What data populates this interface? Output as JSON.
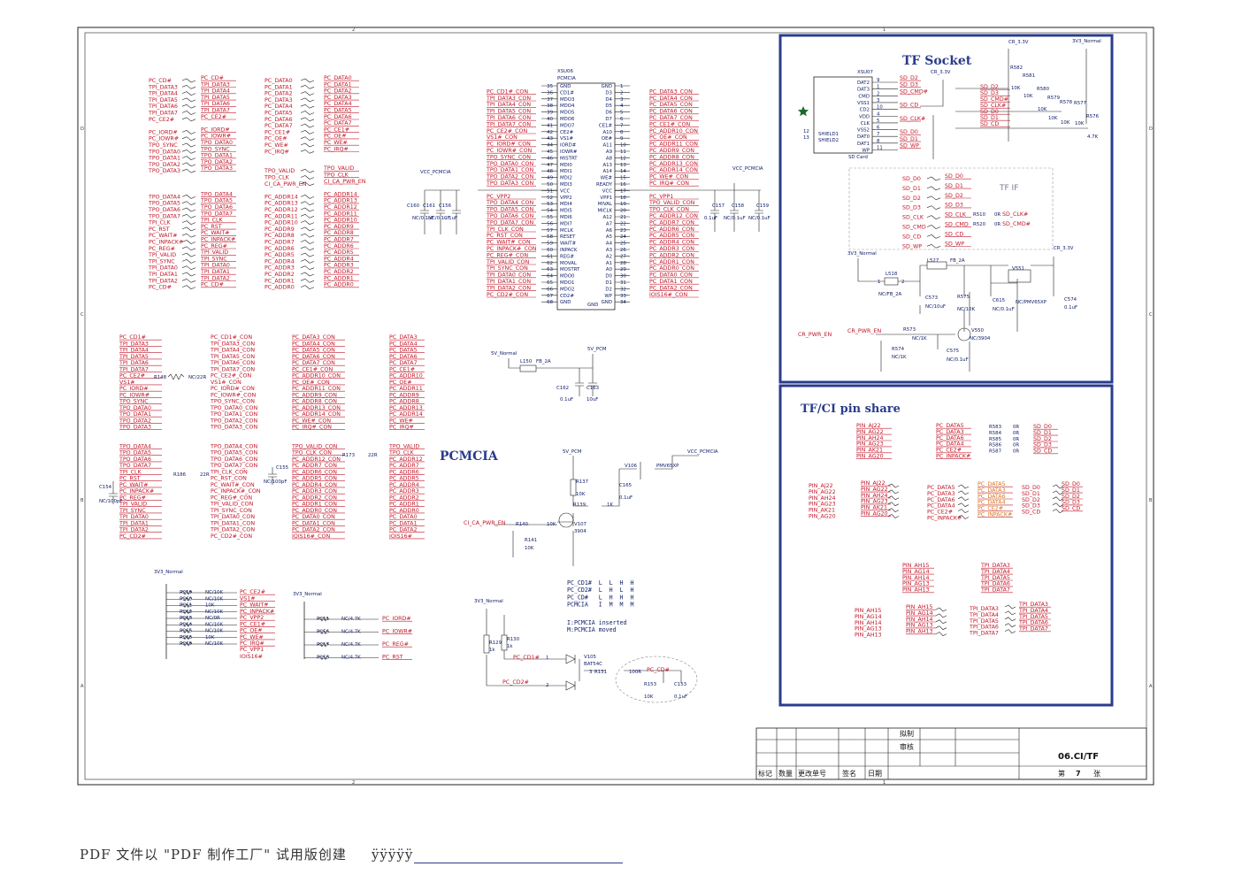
{
  "blocks": {
    "pcmcia": "PCMCIA",
    "tf_socket": "TF Socket",
    "tf_if": "TF IF",
    "tf_ci_share": "TF/CI pin share"
  },
  "footer": {
    "pdf_note": "PDF 文件以 \"PDF 制作工厂\" 试用版创建",
    "link": "ÿÿÿÿÿ"
  },
  "title_block": {
    "draft": "拟制",
    "review": "审核",
    "h1": "标记",
    "h2": "数量",
    "h3": "更改单号",
    "h4": "签名",
    "h5": "日期",
    "doc": "06.CI/TF",
    "sheet_prefix": "第",
    "sheet_no": "7",
    "sheet_suffix": "张"
  },
  "border": {
    "col1": "1",
    "col2": "2",
    "rowD": "D",
    "rowC": "C",
    "rowB": "B",
    "rowA": "A"
  },
  "pcmcia_chip": {
    "ref": "XSU06",
    "name": "PCMCIA",
    "left_pins": [
      "GND",
      "CD1#",
      "MDO3",
      "MDO4",
      "MDO5",
      "MDO6",
      "MDO7",
      "CE2#",
      "VS1#",
      "IORD#",
      "IOWR#",
      "MISTRT",
      "MDI0",
      "MDI1",
      "MDI2",
      "MDI3",
      "VCC",
      "VPP2",
      "MDI4",
      "MDI5",
      "MDI6",
      "MDI7",
      "MCLK",
      "RESET",
      "WAIT#",
      "INPACK",
      "REG#",
      "MOVAL",
      "MOSTRT",
      "MDO0",
      "MDO1",
      "MDO2",
      "CD2#",
      "GND"
    ],
    "left_nums": [
      "35",
      "36",
      "37",
      "38",
      "39",
      "40",
      "41",
      "42",
      "43",
      "44",
      "45",
      "46",
      "47",
      "48",
      "49",
      "50",
      "51",
      "52",
      "53",
      "54",
      "55",
      "56",
      "57",
      "58",
      "59",
      "60",
      "61",
      "62",
      "63",
      "64",
      "65",
      "66",
      "67",
      "68"
    ],
    "left_nets": [
      "",
      "PC_CD1#_CON",
      "TPI_DATA3_CON",
      "TPI_DATA4_CON",
      "TPI_DATA5_CON",
      "TPI_DATA6_CON",
      "TPI_DATA7_CON",
      "PC_CE2#_CON",
      "VS1#_CON",
      "PC_IORD#_CON",
      "PC_IOWR#_CON",
      "TPO_SYNC_CON",
      "TPO_DATA0_CON",
      "TPO_DATA1_CON",
      "TPO_DATA2_CON",
      "TPO_DATA3_CON",
      "",
      "PC_VPP2",
      "TPO_DATA4_CON",
      "TPO_DATA5_CON",
      "TPO_DATA6_CON",
      "TPO_DATA7_CON",
      "TPI_CLK_CON",
      "PC_RST_CON",
      "PC_WAIT#_CON",
      "PC_INPACK#_CON",
      "PC_REG#_CON",
      "TPI_VALID_CON",
      "TPI_SYNC_CON",
      "TPI_DATA0_CON",
      "TPI_DATA1_CON",
      "TPI_DATA2_CON",
      "PC_CD2#_CON",
      ""
    ],
    "right_pins": [
      "GND",
      "D3",
      "D4",
      "D5",
      "D6",
      "D7",
      "CE1#",
      "A10",
      "OE#",
      "A11",
      "A9",
      "A8",
      "A13",
      "A14",
      "WE#",
      "READY",
      "VCC",
      "VPP1",
      "MIVAL",
      "MICLK",
      "A12",
      "A7",
      "A6",
      "A5",
      "A4",
      "A3",
      "A2",
      "A1",
      "A0",
      "D0",
      "D1",
      "D2",
      "WP",
      "GND"
    ],
    "right_nums": [
      "1",
      "2",
      "3",
      "4",
      "5",
      "6",
      "7",
      "8",
      "9",
      "10",
      "11",
      "12",
      "13",
      "14",
      "15",
      "16",
      "17",
      "18",
      "19",
      "20",
      "21",
      "22",
      "23",
      "24",
      "25",
      "26",
      "27",
      "28",
      "29",
      "30",
      "31",
      "32",
      "33",
      "34"
    ],
    "right_nets": [
      "",
      "PC_DATA3_CON",
      "PC_DATA4_CON",
      "PC_DATA5_CON",
      "PC_DATA6_CON",
      "PC_DATA7_CON",
      "PC_CE1#_CON",
      "PC_ADDR10_CON",
      "PC_OE#_CON",
      "PC_ADDR11_CON",
      "PC_ADDR9_CON",
      "PC_ADDR8_CON",
      "PC_ADDR13_CON",
      "PC_ADDR14_CON",
      "PC_WE#_CON",
      "PC_IRQ#_CON",
      "",
      "PC_VPP1",
      "TPO_VALID_CON",
      "TPO_CLK_CON",
      "PC_ADDR12_CON",
      "PC_ADDR7_CON",
      "PC_ADDR6_CON",
      "PC_ADDR5_CON",
      "PC_ADDR4_CON",
      "PC_ADDR3_CON",
      "PC_ADDR2_CON",
      "PC_ADDR1_CON",
      "PC_ADDR0_CON",
      "PC_DATA0_CON",
      "PC_DATA1_CON",
      "PC_DATA2_CON",
      "IOIS16#_CON",
      ""
    ],
    "bottom": "GND"
  },
  "decoupling_top": {
    "rail": "VCC_PCMCIA",
    "caps_left": [
      {
        "ref": "C160",
        "val": "NC/0.1uF"
      },
      {
        "ref": "C161",
        "val": "NC/0.1uF"
      },
      {
        "ref": "C156",
        "val": "0.1uF"
      }
    ],
    "caps_right": [
      {
        "ref": "C157",
        "val": "0.1uF"
      },
      {
        "ref": "C158",
        "val": "NC/0.1uF"
      },
      {
        "ref": "C159",
        "val": "NC/0.1uF"
      }
    ]
  },
  "net_list_1": {
    "left_outer": [
      "PC_CD#",
      "TPI_DATA3",
      "TPI_DATA4",
      "TPI_DATA5",
      "TPI_DATA6",
      "TPI_DATA7",
      "PC_CE2#",
      "",
      "PC_IORD#",
      "PC_IOWR#",
      "TPO_SYNC",
      "TPO_DATA0",
      "TPO_DATA1",
      "TPO_DATA2",
      "TPO_DATA3",
      "",
      "",
      "",
      "TPO_DATA4",
      "TPO_DATA5",
      "TPO_DATA6",
      "TPO_DATA7",
      "TPI_CLK",
      "PC_RST",
      "PC_WAIT#",
      "PC_INPACK#",
      "PC_REG#",
      "TPI_VALID",
      "TPI_SYNC",
      "TPI_DATA0",
      "TPI_DATA1",
      "TPI_DATA2",
      "PC_CD#"
    ],
    "left_inner": [
      "PC_CD#",
      "TPI_DATA3",
      "TPI_DATA4",
      "TPI_DATA5",
      "TPI_DATA6",
      "TPI_DATA7",
      "PC_CE2#",
      "",
      "PC_IORD#",
      "PC_IOWR#",
      "TPO_DATA0",
      "TPO_SYNC",
      "TPO_DATA1",
      "TPO_DATA2",
      "TPO_DATA3",
      "",
      "",
      "",
      "TPO_DATA4",
      "TPO_DATA5",
      "TPO_DATA6",
      "TPO_DATA7",
      "TPI_CLK",
      "PC_RST",
      "PC_WAIT#",
      "PC_INPACK#",
      "PC_REG#",
      "TPI_VALID",
      "TPI_SYNC",
      "TPI_DATA0",
      "TPI_DATA1",
      "TPI_DATA2",
      "PC_CD#"
    ],
    "right_outer": [
      "PC_DATA0",
      "PC_DATA1",
      "PC_DATA2",
      "PC_DATA3",
      "PC_DATA4",
      "PC_DATA5",
      "PC_DATA6",
      "PC_DATA7",
      "PC_CE1#",
      "PC_OE#",
      "PC_WE#",
      "PC_IRQ#",
      "",
      "",
      "TPO_VALID",
      "TPO_CLK",
      "CI_CA_PWR_EN",
      "",
      "PC_ADDR14",
      "PC_ADDR13",
      "PC_ADDR12",
      "PC_ADDR11",
      "PC_ADDR10",
      "PC_ADDR9",
      "PC_ADDR8",
      "PC_ADDR7",
      "PC_ADDR6",
      "PC_ADDR5",
      "PC_ADDR4",
      "PC_ADDR3",
      "PC_ADDR2",
      "PC_ADDR1",
      "PC_ADDR0"
    ],
    "right_inner": [
      "PC_DATA0",
      "PC_DATA1",
      "PC_DATA2",
      "PC_DATA3",
      "PC_DATA4",
      "PC_DATA5",
      "PC_DATA6",
      "PC_DATA7",
      "PC_CE1#",
      "PC_OE#",
      "PC_WE#",
      "PC_IRQ#",
      "",
      "",
      "TPO_VALID",
      "TPO_CLK",
      "CI_CA_PWR_EN",
      "",
      "PC_ADDR14",
      "PC_ADDR13",
      "PC_ADDR12",
      "PC_ADDR11",
      "PC_ADDR10",
      "PC_ADDR9",
      "PC_ADDR8",
      "PC_ADDR7",
      "PC_ADDR6",
      "PC_ADDR5",
      "PC_ADDR4",
      "PC_ADDR3",
      "PC_ADDR2",
      "PC_ADDR1",
      "PC_ADDR0"
    ]
  },
  "net_map_2": {
    "c1": [
      "PC_CD1#",
      "TPI_DATA3",
      "TPI_DATA4",
      "TPI_DATA5",
      "TPI_DATA6",
      "TPI_DATA7",
      "PC_CE2#",
      "VS1#",
      "PC_IORD#",
      "PC_IOWR#",
      "TPO_SYNC",
      "TPO_DATA0",
      "TPO_DATA1",
      "TPO_DATA2",
      "TPO_DATA3",
      "",
      "",
      "TPO_DATA4",
      "TPO_DATA5",
      "TPO_DATA6",
      "TPO_DATA7",
      "TPI_CLK",
      "PC_RST",
      "PC_WAIT#",
      "PC_INPACK#",
      "PC_REG#",
      "TPI_VALID",
      "TPI_SYNC",
      "TPI_DATA0",
      "TPI_DATA1",
      "TPI_DATA2",
      "PC_CD2#"
    ],
    "c2": [
      "PC_CD1#_CON",
      "TPI_DATA3_CON",
      "TPI_DATA4_CON",
      "TPI_DATA5_CON",
      "TPI_DATA6_CON",
      "TPI_DATA7_CON",
      "PC_CE2#_CON",
      "VS1#_CON",
      "PC_IORD#_CON",
      "PC_IOWR#_CON",
      "TPO_SYNC_CON",
      "TPO_DATA0_CON",
      "TPO_DATA1_CON",
      "TPO_DATA2_CON",
      "TPO_DATA3_CON",
      "",
      "",
      "TPO_DATA4_CON",
      "TPO_DATA5_CON",
      "TPO_DATA6_CON",
      "TPO_DATA7_CON",
      "TPI_CLK_CON",
      "PC_RST_CON",
      "PC_WAIT#_CON",
      "PC_INPACK#_CON",
      "PC_REG#_CON",
      "TPI_VALID_CON",
      "TPI_SYNC_CON",
      "TPI_DATA0_CON",
      "TPI_DATA1_CON",
      "TPI_DATA2_CON",
      "PC_CD2#_CON"
    ],
    "c3": [
      "PC_DATA3_CON",
      "PC_DATA4_CON",
      "PC_DATA5_CON",
      "PC_DATA6_CON",
      "PC_DATA7_CON",
      "PC_CE1#_CON",
      "PC_ADDR10_CON",
      "PC_OE#_CON",
      "PC_ADDR11_CON",
      "PC_ADDR9_CON",
      "PC_ADDR8_CON",
      "PC_ADDR13_CON",
      "PC_ADDR14_CON",
      "PC_WE#_CON",
      "PC_IRQ#_CON",
      "",
      "",
      "TPO_VALID_CON",
      "TPO_CLK_CON",
      "PC_ADDR12_CON",
      "PC_ADDR7_CON",
      "PC_ADDR6_CON",
      "PC_ADDR5_CON",
      "PC_ADDR4_CON",
      "PC_ADDR3_CON",
      "PC_ADDR2_CON",
      "PC_ADDR1_CON",
      "PC_ADDR0_CON",
      "PC_DATA0_CON",
      "PC_DATA1_CON",
      "PC_DATA2_CON",
      "IOIS16#_CON"
    ],
    "c4": [
      "PC_DATA3",
      "PC_DATA4",
      "PC_DATA5",
      "PC_DATA6",
      "PC_DATA7",
      "PC_CE1#",
      "PC_ADDR10",
      "PC_OE#",
      "PC_ADDR11",
      "PC_ADDR9",
      "PC_ADDR8",
      "PC_ADDR13",
      "PC_ADDR14",
      "PC_WE#",
      "PC_IRQ#",
      "",
      "",
      "TPO_VALID",
      "TPO_CLK",
      "PC_ADDR12",
      "PC_ADDR7",
      "PC_ADDR6",
      "PC_ADDR5",
      "PC_ADDR4",
      "PC_ADDR3",
      "PC_ADDR2",
      "PC_ADDR1",
      "PC_ADDR0",
      "PC_DATA0",
      "PC_DATA1",
      "PC_DATA2",
      "IOIS16#"
    ],
    "r148": "R148",
    "r148v": "NC/22R",
    "r186": "R186",
    "r186v": "22R",
    "r173": "R173",
    "r173v": "22R",
    "c154": "C154",
    "c154v": "NC/100pF",
    "c155": "C155",
    "c155v": "NC/100pF"
  },
  "pullups_1": {
    "rail": "3V3_Normal",
    "refs": [
      "R259",
      "R260",
      "R261",
      "R262",
      "R263",
      "R264",
      "R265",
      "R266",
      "R269"
    ],
    "vals": [
      "NC/10K",
      "NC/10K",
      "10K",
      "NC/10K",
      "NC/0R",
      "NC/10K",
      "NC/10K",
      "10K",
      "NC/10K"
    ],
    "nets": [
      "PC_CE2#",
      "VS1#",
      "PC_WAIT#",
      "PC_INPACK#",
      "PC_VPP2",
      "PC_CE1#",
      "PC_OE#",
      "PC_WE#",
      "PC_IRQ#"
    ],
    "extra_nets": [
      "PC_VPP1",
      "IOIS16#"
    ]
  },
  "pullups_2": {
    "rail": "3V3_Normal",
    "refs": [
      "R251",
      "R256",
      "R257",
      "R258"
    ],
    "vals": [
      "NC/4.7K",
      "NC/4.7K",
      "NC/4.7K",
      "NC/4.7K"
    ],
    "nets": [
      "PC_IORD#",
      "PC_IOWR#",
      "PC_REG#",
      "PC_RST"
    ]
  },
  "power_filter": {
    "in": "5V_Normal",
    "out": "5V_PCM",
    "l_ref": "L150",
    "l_val": "FB_2A",
    "c1_ref": "C162",
    "c1_val": "0.1uF",
    "c2_ref": "C163",
    "c2_val": "10uF"
  },
  "power_switch": {
    "in": "5V_PCM",
    "out": "VCC_PCMCIA",
    "fet_ref": "V106",
    "fet_val": "PMV65XP",
    "c_ref": "C165",
    "c_val": "0.1uF",
    "r137": "R137",
    "r137v": "10K",
    "r139": "R139",
    "r139v": "1K",
    "r140": "R140",
    "r140v": "10K",
    "r141": "R141",
    "r141v": "10K",
    "q_ref": "V107",
    "q_val": "3904",
    "en": "CI_CA_PWR_EN"
  },
  "truth_table": {
    "rows": [
      "PC_CD1#  L  L  H  H",
      "PC_CD2#  L  H  L  H",
      "PC_CD#   L  H  H  H",
      "PCMCIA   I  M  M  M"
    ],
    "notes": [
      "I:PCMCIA inserted",
      "M:PCMCIA moved"
    ]
  },
  "card_detect": {
    "rail": "3V3_Normal",
    "r129": "R129",
    "r129v": "1k",
    "r130": "R130",
    "r130v": "1k",
    "d_ref": "V105",
    "d_val": "BAT54C",
    "r131": "R131",
    "r131v": "100R",
    "r153": "R153",
    "r153v": "10K",
    "c153": "C153",
    "c153v": "0.1uF",
    "in1": "PC_CD1#",
    "in2": "PC_CD2#",
    "out": "PC_CD#",
    "p1": "1",
    "p2": "2",
    "p3": "3"
  },
  "tf_socket": {
    "ref": "XSU07",
    "name": "SD Card",
    "pins": [
      "DAT2",
      "DAT3",
      "CMD",
      "VSS1",
      "CD2",
      "VDD",
      "CLK",
      "VSS2",
      "DAT0",
      "DAT1",
      "WP"
    ],
    "nums": [
      "9",
      "1",
      "2",
      "3",
      "10",
      "4",
      "5",
      "6",
      "7",
      "8",
      "11"
    ],
    "nets": [
      "SD_D2",
      "SD_D3",
      "SD_CMD#",
      "",
      "SD_CD",
      "",
      "SD_CLK#",
      "",
      "SD_D0",
      "SD_D1",
      "SD_WP"
    ],
    "shield": [
      "SHIELD1",
      "SHIELD2"
    ],
    "shield_nums": [
      "12",
      "13"
    ],
    "rail_a": "CR_3.3V",
    "rail_b": "3V3_Normal",
    "pull_refs": [
      "R582",
      "R581",
      "R580",
      "R579",
      "R578",
      "R577",
      "R576"
    ],
    "pull_vals": [
      "10K",
      "10K",
      "10K",
      "10K",
      "10K",
      "10K",
      "4.7K"
    ],
    "right_nets": [
      "SD_D2",
      "SD_D3",
      "SD_CMD#",
      "SD_CLK#",
      "SD_D0",
      "SD_D1",
      "SD_CD"
    ]
  },
  "tf_if": {
    "left": [
      "SD_D0",
      "SD_D1",
      "SD_D2",
      "SD_D3",
      "SD_CLK",
      "SD_CMD",
      "SD_CD",
      "SD_WP"
    ],
    "right": [
      "SD_D0",
      "SD_D1",
      "SD_D2",
      "SD_D3",
      "SD_CLK",
      "SD_CMD",
      "SD_CD",
      "SD_WP"
    ],
    "r510": "R510",
    "r510v": "0R",
    "r510n": "SD_CLK#",
    "r520": "R520",
    "r520v": "0R",
    "r520n": "SD_CMD#"
  },
  "tf_power": {
    "rail_in": "3V3_Normal",
    "rail_out": "CR_3.3V",
    "l518": "L518",
    "l518v": "NC/FB_2A",
    "l527": "L527",
    "l527v": "FB_2A",
    "c573": "C573",
    "c573v": "NC/10uF",
    "r575": "R575",
    "r575v": "NC/10K",
    "c615": "C615",
    "c615v": "NC/0.1uF",
    "v551": "V551",
    "v551v": "NC/PMV65XP",
    "c574": "C574",
    "c574v": "0.1uF",
    "en": "CR_PWR_EN",
    "en2": "CR_PWR_EN",
    "r573": "R573",
    "r573v": "NC/1K",
    "v550": "V550",
    "v550v": "NC/3904",
    "r574": "R574",
    "r574v": "NC/1K",
    "c575": "C575",
    "c575v": "NC/0.1uF",
    "pin1": "1",
    "pin2": "2"
  },
  "share": {
    "g1_pins": [
      "PIN_AJ22",
      "PIN_AG22",
      "PIN_AH24",
      "PIN_AG23",
      "PIN_AK21",
      "PIN_AG20"
    ],
    "g1_nets": [
      "PC_DATA5",
      "PC_DATA3",
      "PC_DATA6",
      "PC_DATA4",
      "PC_CE2#",
      "PC_INPACK#"
    ],
    "g1_refs": [
      "R583",
      "R584",
      "R585",
      "R586",
      "R587"
    ],
    "g1_vals": [
      "0R",
      "0R",
      "0R",
      "0R",
      "0R"
    ],
    "g1_sd": [
      "SD_D0",
      "SD_D1",
      "SD_D2",
      "SD_D3",
      "SD_CD"
    ],
    "g2_left": [
      "PIN_AJ22",
      "PIN_AG22",
      "PIN_AH24",
      "PIN_AG23",
      "PIN_AK21",
      "PIN_AG20"
    ],
    "g2_right": [
      "PIN_AJ22",
      "PIN_AG22",
      "PIN_AH24",
      "PIN_AG23",
      "PIN_AK21",
      "PIN_AG20"
    ],
    "g3_left": [
      "PC_DATA5",
      "PC_DATA3",
      "PC_DATA6",
      "PC_DATA4",
      "PC_CE2#",
      "PC_INPACK#"
    ],
    "g3_right": [
      "PC_DATA5",
      "PC_DATA3",
      "PC_DATA6",
      "PC_DATA4",
      "PC_CE2#",
      "PC_INPACK#"
    ],
    "g4_left": [
      "SD_D0",
      "SD_D1",
      "SD_D2",
      "SD_D3",
      "SD_CD"
    ],
    "g4_right": [
      "SD_D0",
      "SD_D1",
      "SD_D2",
      "SD_D3",
      "SD_CD"
    ],
    "g5_pins": [
      "PIN_AH15",
      "PIN_AG14",
      "PIN_AH14",
      "PIN_AG13",
      "PIN_AH13"
    ],
    "g5_nets": [
      "TPI_DATA3",
      "TPI_DATA4",
      "TPI_DATA5",
      "TPI_DATA6",
      "TPI_DATA7"
    ],
    "g6_left": [
      "PIN_AH15",
      "PIN_AG14",
      "PIN_AH14",
      "PIN_AG13",
      "PIN_AH13"
    ],
    "g6_right": [
      "PIN_AH15",
      "PIN_AG14",
      "PIN_AH14",
      "PIN_AG13",
      "PIN_AH13"
    ],
    "g7_left": [
      "TPI_DATA3",
      "TPI_DATA4",
      "TPI_DATA5",
      "TPI_DATA6",
      "TPI_DATA7"
    ],
    "g7_right": [
      "TPI_DATA3",
      "TPI_DATA4",
      "TPI_DATA5",
      "TPI_DATA6",
      "TPI_DATA7"
    ]
  }
}
